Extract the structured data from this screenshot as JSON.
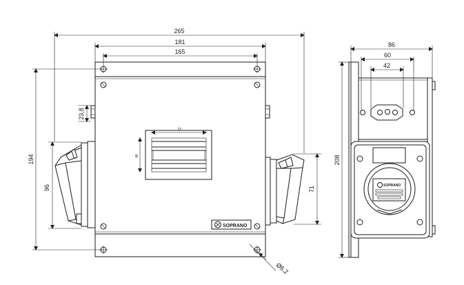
{
  "front_view": {
    "dims": {
      "overall_width": "265",
      "outer_width": "181",
      "hole_spacing": "165",
      "height": "194",
      "left_socket_height": "96",
      "gland_height": "23,8",
      "right_socket_height": "71",
      "window_width": "73",
      "window_height": "46",
      "hole_diameter": "Ø6,2"
    },
    "brand": "SOPRANO"
  },
  "side_view": {
    "dims": {
      "overall_width": "86",
      "socket_width": "60",
      "pin_spacing": "42",
      "height": "208"
    },
    "socket_brand": "SOPRANO"
  }
}
